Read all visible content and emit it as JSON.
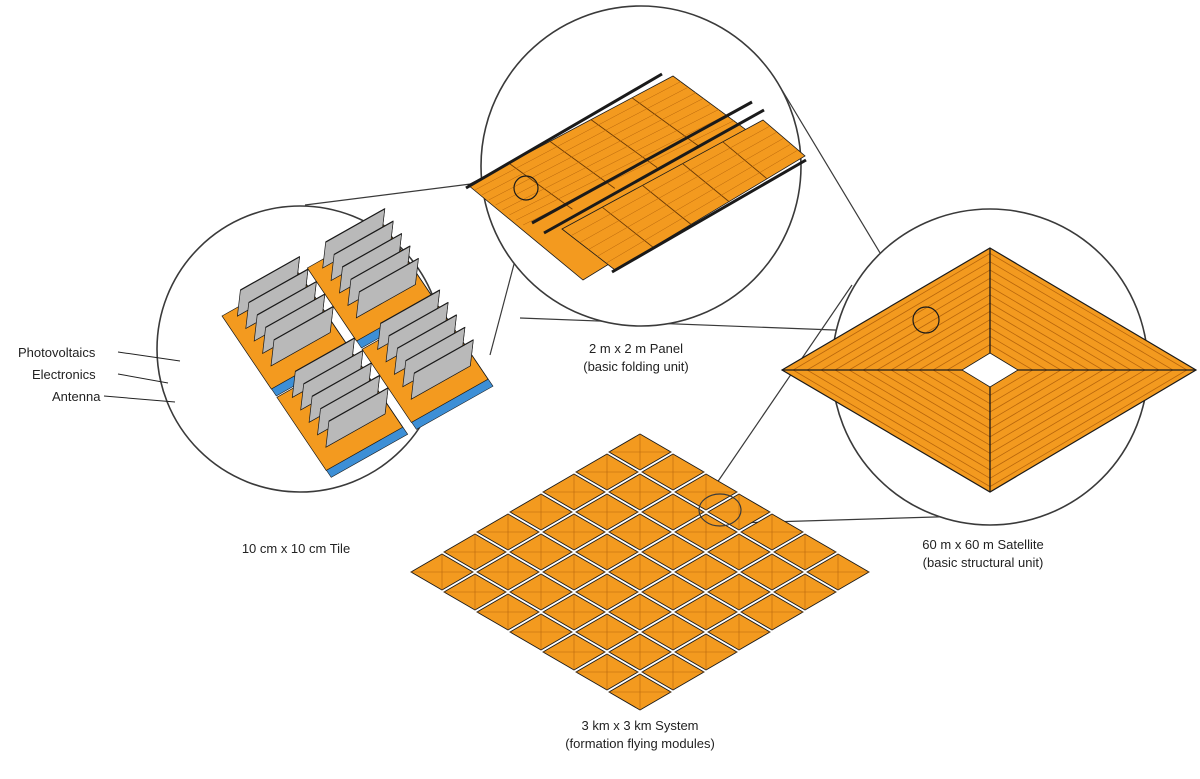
{
  "colors": {
    "panel_orange": "#f39a1f",
    "orange_dark": "#b8660c",
    "photovoltaic_gray": "#b9b9b9",
    "photovoltaic_dark": "#8a8a8a",
    "antenna_blue": "#3d8fd6",
    "outline": "#1a1a1a",
    "magnifier_circle": "#3a3a3a"
  },
  "labels": {
    "tile": {
      "title": "10 cm x 10 cm Tile"
    },
    "tile_parts": [
      "Photovoltaics",
      "Electronics",
      "Antenna"
    ],
    "panel": {
      "title": "2 m x 2 m Panel",
      "subtitle": "(basic folding unit)"
    },
    "satellite": {
      "title": "60 m x 60 m Satellite",
      "subtitle": "(basic structural unit)"
    },
    "system": {
      "title": "3 km x 3 km System",
      "subtitle": "(formation flying modules)"
    }
  },
  "system_grid": {
    "rows": 7,
    "cols": 7
  }
}
